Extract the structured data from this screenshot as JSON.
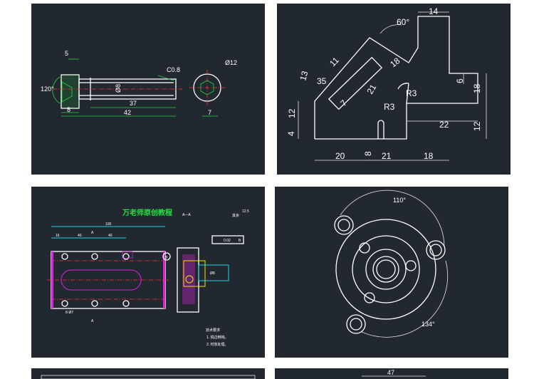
{
  "bolt": {
    "d5": "5",
    "angle120": "120°",
    "d8": "8",
    "c08": "C0.8",
    "diam8": "Ø8",
    "d37": "37",
    "d42": "42",
    "diam12": "Ø12",
    "d7": "7"
  },
  "bracket": {
    "a60": "60°",
    "d14": "14",
    "d11": "11",
    "d13": "13",
    "d18a": "18",
    "d35": "35",
    "d21a": "21",
    "d7": "7",
    "r3a": "R3",
    "r3b": "R3",
    "d6": "6",
    "d18b": "18",
    "d12a": "12",
    "d4": "4",
    "d22": "22",
    "d12b": "12",
    "d20": "20",
    "d8": "8",
    "d21b": "21",
    "d18c": "18"
  },
  "plate": {
    "title": "万老师原创教程",
    "section": "A—A",
    "rest": "其余",
    "ra": "12.5",
    "tol": "0.02",
    "datum": "B",
    "d100": "100",
    "d16": "16",
    "d40a": "40",
    "d40b": "40",
    "labelA": "A",
    "labelA2": "A",
    "req_title": "技术要求",
    "req1": "1. 锐边倒钝。",
    "req2": "2. 时效处理。",
    "circ_b": "B",
    "d8": "Ø8",
    "d8b": "8-Ø7"
  },
  "flange": {
    "a110": "110°",
    "a134": "134°"
  },
  "bottom": {
    "d47": "47"
  },
  "colors": {
    "panel": "#212830",
    "dim": "#22d83a",
    "center": "#ff3030"
  }
}
